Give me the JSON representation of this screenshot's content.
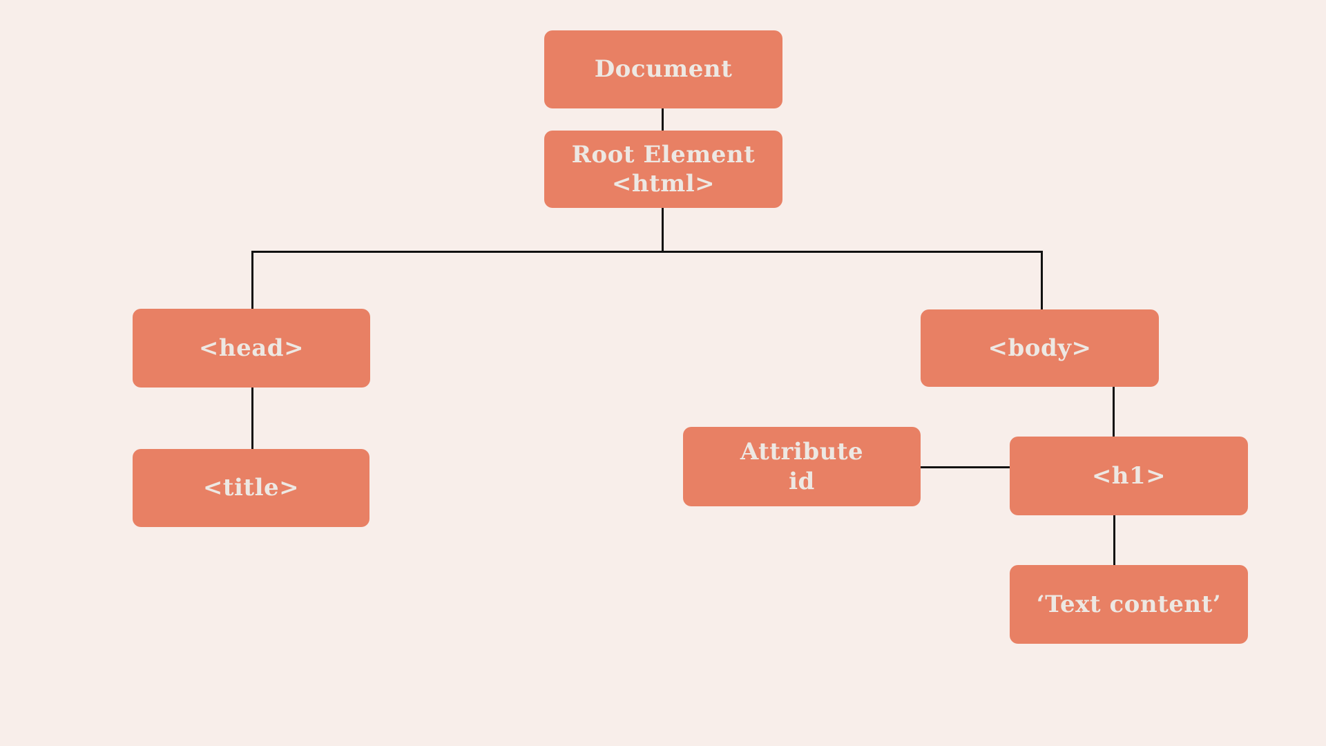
{
  "diagram": {
    "description": "DOM tree structure diagram",
    "colors": {
      "background": "#F8EEEA",
      "node_fill": "#E88064",
      "node_text": "#EDE8E3",
      "connector": "#111111"
    },
    "nodes": {
      "document": {
        "label": "Document"
      },
      "root_element": {
        "line1": "Root Element",
        "line2": "<html>"
      },
      "head": {
        "label": "<head>"
      },
      "title": {
        "label": "<title>"
      },
      "body": {
        "label": "<body>"
      },
      "attribute_id": {
        "line1": "Attribute",
        "line2": "id"
      },
      "h1": {
        "label": "<h1>"
      },
      "text_content": {
        "label": "‘Text content’"
      }
    },
    "edges": [
      {
        "from": "document",
        "to": "root_element"
      },
      {
        "from": "root_element",
        "to": "head"
      },
      {
        "from": "root_element",
        "to": "body"
      },
      {
        "from": "head",
        "to": "title"
      },
      {
        "from": "body",
        "to": "h1"
      },
      {
        "from": "attribute_id",
        "to": "h1"
      },
      {
        "from": "h1",
        "to": "text_content"
      }
    ]
  }
}
